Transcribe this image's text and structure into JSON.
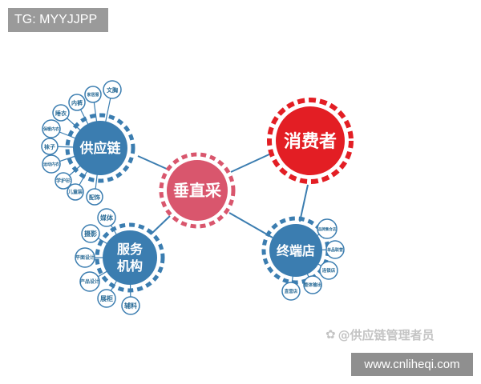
{
  "overlay_tag": "TG: MYYJJPP",
  "site_overlay": "www.cnliheqi.com",
  "watermark": {
    "symbol": "✿",
    "text": "@供应链管理者员"
  },
  "colors": {
    "blue": "#3b7db0",
    "red_main": "#e31e24",
    "red_center": "#d9566d",
    "satellite_text": "#2b6c97"
  },
  "diagram": {
    "center": {
      "label": "垂直采"
    },
    "consumer": {
      "label": "消费者"
    },
    "supply": {
      "label": "供应链",
      "satellites": [
        "内裤",
        "文胸",
        "家居服",
        "睡衣",
        "保暖内衣",
        "袜子",
        "运动内衣",
        "学护衫",
        "儿童装",
        "配饰"
      ]
    },
    "service": {
      "label_line1": "服务",
      "label_line2": "机构",
      "satellites": [
        "媒体",
        "摄影",
        "平面设计",
        "产品设计",
        "展柜",
        "辅料"
      ]
    },
    "store": {
      "label": "终端店",
      "satellites": [
        "品牌集合店",
        "单品联营",
        "连锁店",
        "整体输出",
        "直营店"
      ]
    }
  }
}
